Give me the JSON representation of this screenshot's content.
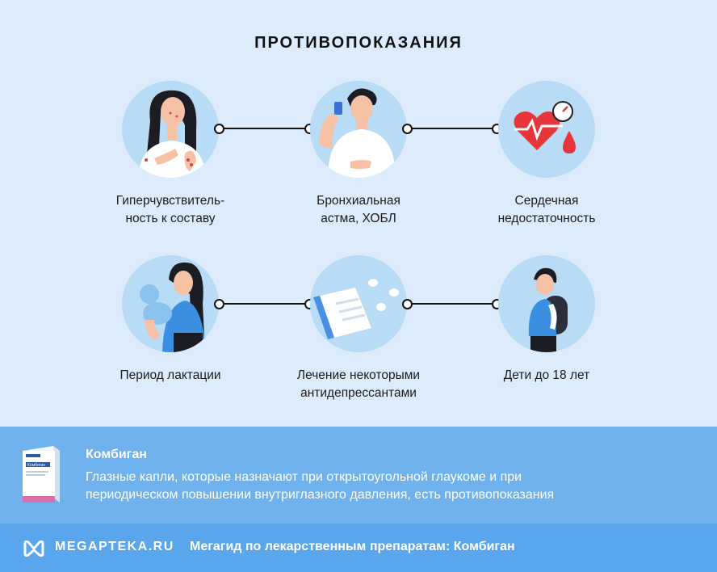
{
  "title": "ПРОТИВОПОКАЗАНИЯ",
  "items": [
    {
      "line1": "Гиперчувствитель-",
      "line2": "ность к составу",
      "icon": "allergy-woman-icon"
    },
    {
      "line1": "Бронхиальная",
      "line2": "астма, ХОБЛ",
      "icon": "inhaler-man-icon"
    },
    {
      "line1": "Сердечная",
      "line2": "недостаточность",
      "icon": "heart-pressure-icon"
    },
    {
      "line1": "Период лактации",
      "line2": "",
      "icon": "mother-baby-icon"
    },
    {
      "line1": "Лечение некоторыми",
      "line2": "антидепрессантами",
      "icon": "pills-book-icon"
    },
    {
      "line1": "Дети до 18 лет",
      "line2": "",
      "icon": "child-backpack-icon"
    }
  ],
  "drug": {
    "name": "Комбиган",
    "description_line1": "Глазные капли, которые назначают при открытоугольной глаукоме и при",
    "description_line2": "периодическом повышении внутриглазного давления, есть противопоказания",
    "box_label": "Комбиган"
  },
  "footer": {
    "logo": "MEGAPTEKA.RU",
    "text": "Мегагид по лекарственным препаратам: Комбиган"
  },
  "colors": {
    "background": "#dcecfc",
    "circle": "#b8dbf6",
    "info_band": "#6fb2ee",
    "footer_band": "#5aa6ec",
    "heart": "#e8353c"
  }
}
